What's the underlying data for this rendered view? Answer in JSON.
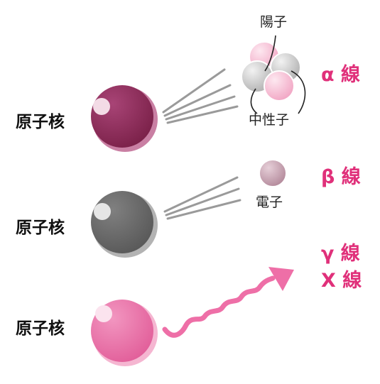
{
  "labels": {
    "nucleus_1": "原子核",
    "nucleus_2": "原子核",
    "nucleus_3": "原子核",
    "proton": "陽子",
    "neutron": "中性子",
    "electron": "電子",
    "alpha_ray": "α 線",
    "beta_ray": "β 線",
    "gamma_ray": "γ 線",
    "x_ray": "X 線"
  },
  "colors": {
    "nucleus_alpha": "#8e2c5a",
    "nucleus_beta": "#6b6b6b",
    "nucleus_gamma": "#ec7aae",
    "ray_label": "#e0307a",
    "proton": "#f7c6d9",
    "neutron": "#c8c8c8",
    "electron": "#c5a2b0",
    "wave": "#ee6fa7",
    "ray_lines": "#9a9a9a"
  }
}
